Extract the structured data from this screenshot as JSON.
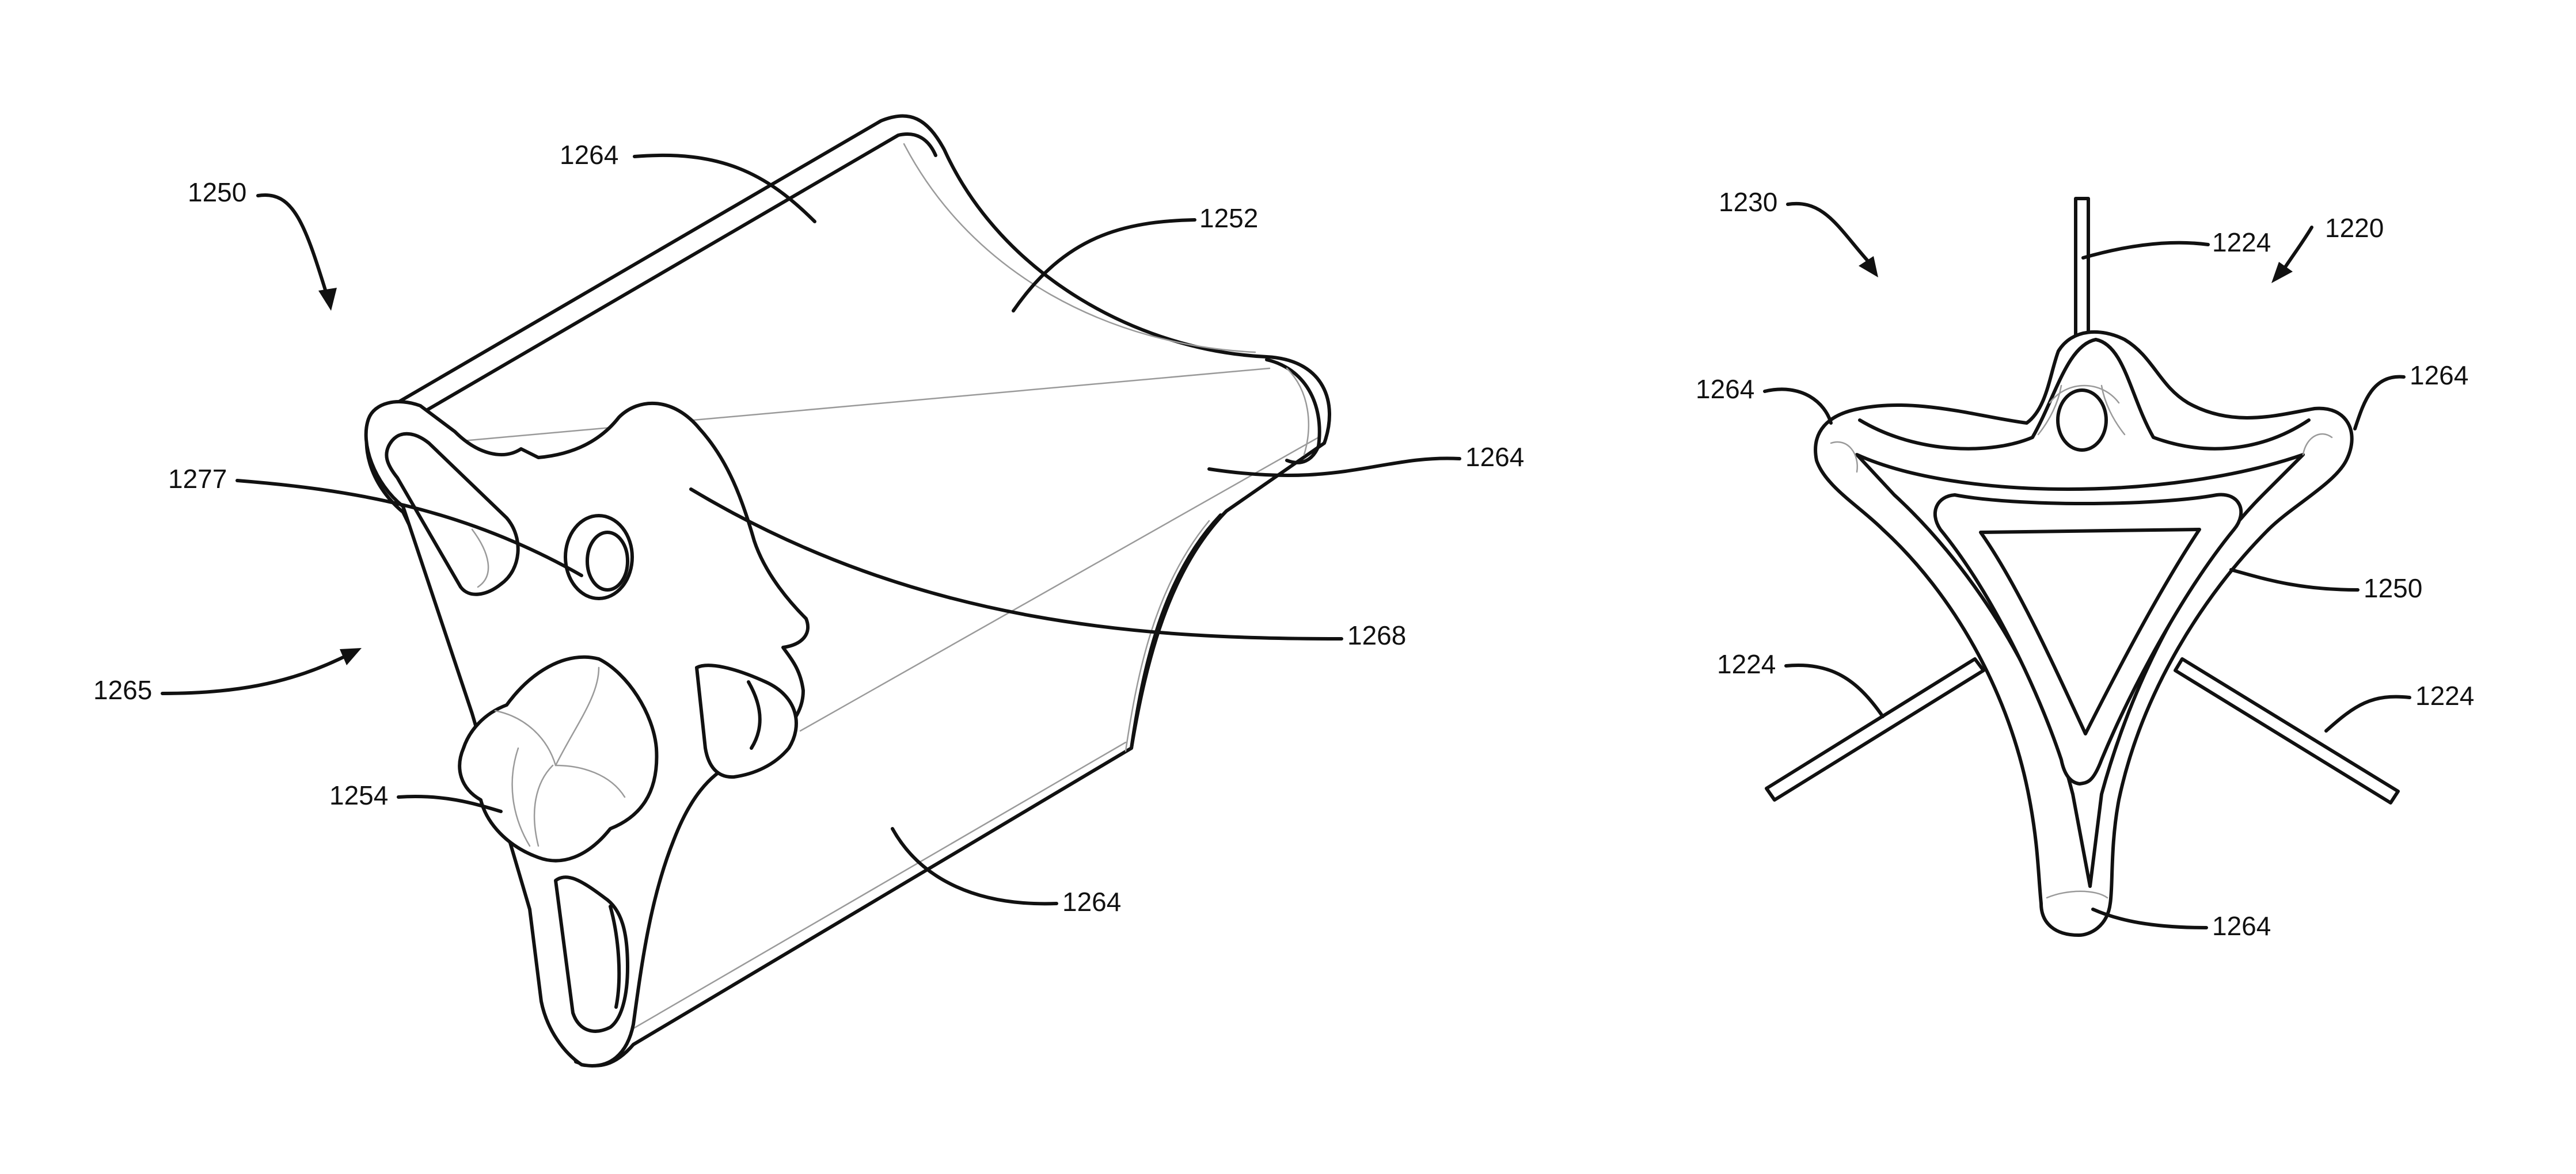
{
  "figure_left": {
    "labels": {
      "ref_1250": "1250",
      "ref_1264_top": "1264",
      "ref_1252": "1252",
      "ref_1264_right": "1264",
      "ref_1277": "1277",
      "ref_1268": "1268",
      "ref_1265": "1265",
      "ref_1254": "1254",
      "ref_1264_bottom": "1264"
    }
  },
  "figure_right": {
    "labels": {
      "ref_1230": "1230",
      "ref_1224_top": "1224",
      "ref_1220": "1220",
      "ref_1264_left": "1264",
      "ref_1264_right": "1264",
      "ref_1250": "1250",
      "ref_1224_left": "1224",
      "ref_1224_right": "1224",
      "ref_1264_bottom": "1264"
    }
  }
}
